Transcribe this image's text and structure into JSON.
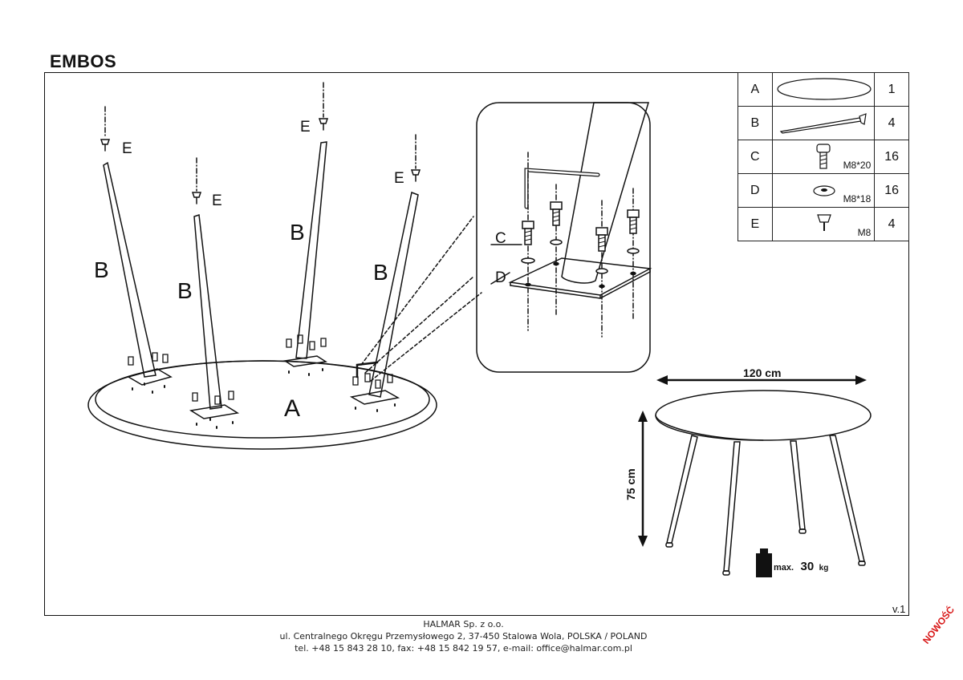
{
  "title": "EMBOS",
  "labels": {
    "part_a": "A",
    "part_b": "B",
    "part_c": "C",
    "part_d": "D",
    "part_e": "E"
  },
  "parts": [
    {
      "letter": "A",
      "spec": "",
      "qty": "1",
      "icon": "tabletop-icon"
    },
    {
      "letter": "B",
      "spec": "",
      "qty": "4",
      "icon": "leg-icon"
    },
    {
      "letter": "C",
      "spec": "M8*20",
      "qty": "16",
      "icon": "bolt-icon"
    },
    {
      "letter": "D",
      "spec": "M8*18",
      "qty": "16",
      "icon": "washer-icon"
    },
    {
      "letter": "E",
      "spec": "M8",
      "qty": "4",
      "icon": "glide-foot-icon"
    }
  ],
  "dimensions": {
    "width": "120 cm",
    "height": "75 cm",
    "max_prefix": "max.",
    "max_value": "30",
    "max_unit": "kg"
  },
  "version": "v.1",
  "footer": {
    "company": "HALMAR Sp. z o.o.",
    "address": "ul. Centralnego Okręgu Przemysłowego 2, 37-450 Stalowa Wola, POLSKA / POLAND",
    "contact": "tel. +48 15 843 28 10, fax: +48 15 842 19 57, e-mail: office@halmar.com.pl"
  },
  "stamp": "NOWOŚĆ"
}
